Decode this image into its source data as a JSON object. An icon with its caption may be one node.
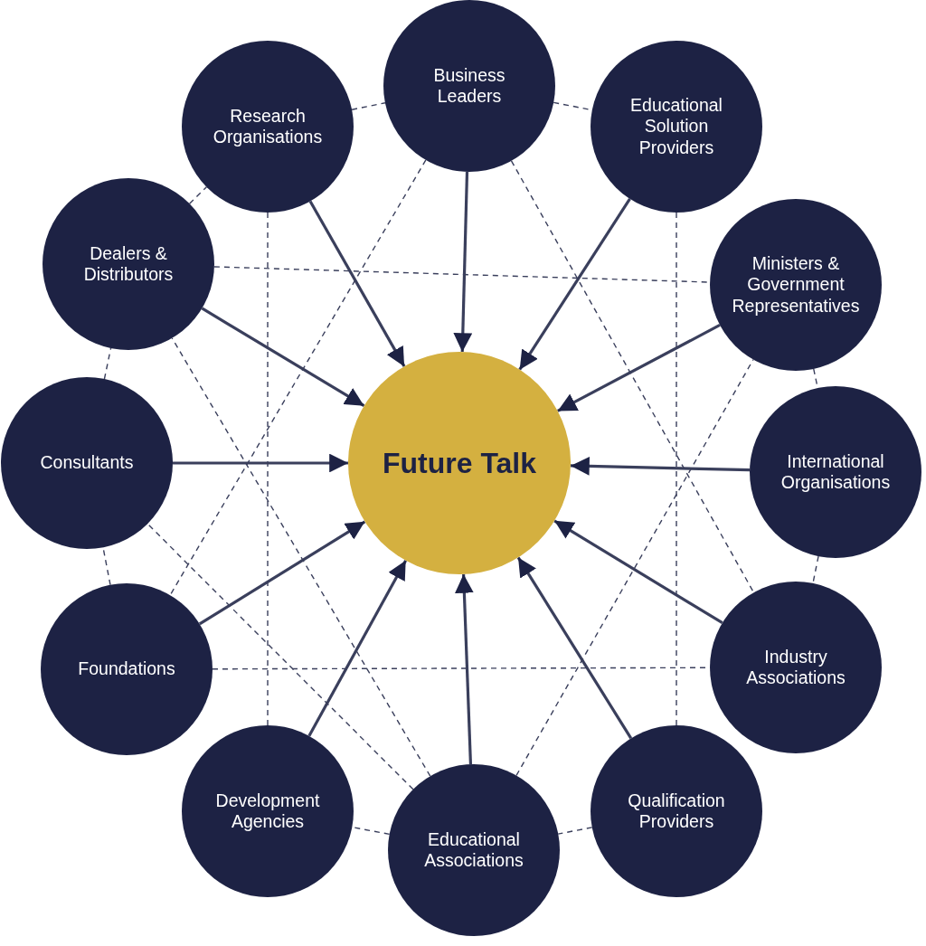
{
  "diagram": {
    "nodes": [
      {
        "text": [
          "Future Talk"
        ]
      },
      {
        "text": [
          "Business Leaders"
        ]
      },
      {
        "text": [
          "Educational Solution Providers"
        ]
      },
      {
        "text": [
          "Ministers & Government Representatives"
        ]
      },
      {
        "text": [
          "International Organisations"
        ]
      },
      {
        "text": [
          "Industry Associations"
        ]
      },
      {
        "text": [
          "Qualification Providers"
        ]
      },
      {
        "text": [
          "Educational Associations"
        ]
      },
      {
        "text": [
          "Development Agencies"
        ]
      },
      {
        "text": [
          "Foundations"
        ]
      },
      {
        "text": [
          "Consultants"
        ]
      },
      {
        "text": [
          "Dealers & Distributors"
        ]
      },
      {
        "text": [
          "Research Organisations"
        ]
      }
    ],
    "edges": [
      {
        "from": 1,
        "to": 0,
        "arrow": "to",
        "style": "thick"
      },
      {
        "from": 2,
        "to": 0,
        "arrow": "to",
        "style": "thick"
      },
      {
        "from": 3,
        "to": 0,
        "arrow": "to",
        "style": "thick"
      },
      {
        "from": 4,
        "to": 0,
        "arrow": "to",
        "style": "thick"
      },
      {
        "from": 5,
        "to": 0,
        "arrow": "to",
        "style": "thick"
      },
      {
        "from": 6,
        "to": 0,
        "arrow": "to",
        "style": "thick"
      },
      {
        "from": 7,
        "to": 0,
        "arrow": "to",
        "style": "thick"
      },
      {
        "from": 8,
        "to": 0,
        "arrow": "to",
        "style": "thick"
      },
      {
        "from": 9,
        "to": 0,
        "arrow": "to",
        "style": "thick"
      },
      {
        "from": 10,
        "to": 0,
        "arrow": "to",
        "style": "thick"
      },
      {
        "from": 11,
        "to": 0,
        "arrow": "to",
        "style": "thick"
      },
      {
        "from": 12,
        "to": 0,
        "arrow": "to",
        "style": "thick"
      },
      {
        "from": 1,
        "to": 2,
        "arrow": "none",
        "style": "dashed"
      },
      {
        "from": 3,
        "to": 4,
        "arrow": "none",
        "style": "dashed"
      },
      {
        "from": 4,
        "to": 5,
        "arrow": "none",
        "style": "dashed"
      },
      {
        "from": 6,
        "to": 7,
        "arrow": "none",
        "style": "dashed"
      },
      {
        "from": 7,
        "to": 8,
        "arrow": "none",
        "style": "dashed"
      },
      {
        "from": 9,
        "to": 10,
        "arrow": "none",
        "style": "dashed"
      },
      {
        "from": 10,
        "to": 11,
        "arrow": "none",
        "style": "dashed"
      },
      {
        "from": 11,
        "to": 12,
        "arrow": "none",
        "style": "dashed"
      },
      {
        "from": 12,
        "to": 1,
        "arrow": "none",
        "style": "dashed"
      },
      {
        "from": 12,
        "to": 8,
        "arrow": "none",
        "style": "dashed"
      },
      {
        "from": 2,
        "to": 6,
        "arrow": "none",
        "style": "dashed"
      },
      {
        "from": 11,
        "to": 3,
        "arrow": "none",
        "style": "dashed"
      },
      {
        "from": 9,
        "to": 5,
        "arrow": "none",
        "style": "dashed"
      },
      {
        "from": 1,
        "to": 9,
        "arrow": "none",
        "style": "dashed"
      },
      {
        "from": 1,
        "to": 5,
        "arrow": "none",
        "style": "dashed"
      },
      {
        "from": 7,
        "to": 11,
        "arrow": "none",
        "style": "dashed"
      },
      {
        "from": 7,
        "to": 3,
        "arrow": "none",
        "style": "dashed"
      },
      {
        "from": 7,
        "to": 10,
        "arrow": "none",
        "style": "dashed"
      }
    ]
  }
}
